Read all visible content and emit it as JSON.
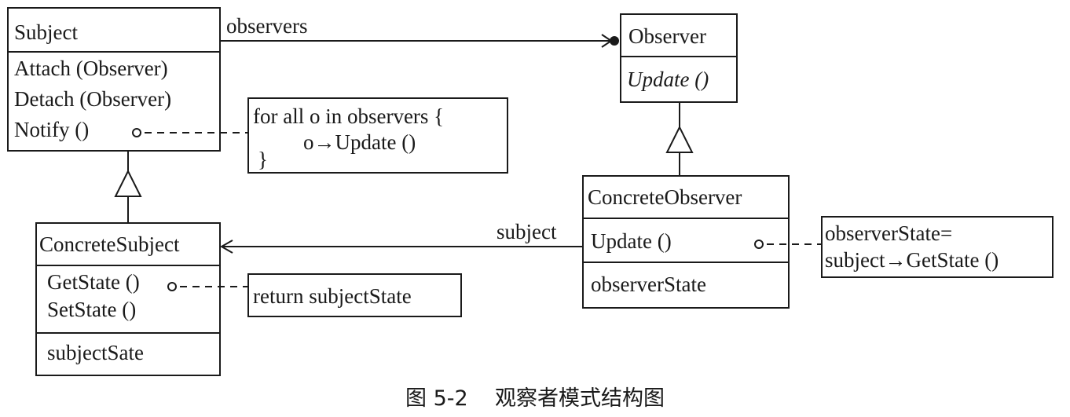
{
  "caption": "图 5-2    观察者模式结构图",
  "subject": {
    "name": "Subject",
    "operations": [
      "Attach (Observer)",
      "Detach (Observer)",
      "Notify ()"
    ]
  },
  "observer": {
    "name": "Observer",
    "operations": [
      "Update ()"
    ]
  },
  "concrete_subject": {
    "name": "ConcreteSubject",
    "operations": [
      "GetState ()",
      "SetState ()"
    ],
    "attributes": [
      "subjectSate"
    ]
  },
  "concrete_observer": {
    "name": "ConcreteObserver",
    "operations": [
      "Update ()"
    ],
    "attributes": [
      "observerState"
    ]
  },
  "notes": {
    "notify_line1": "for all o in observers  {",
    "notify_line2": "o→Update ()",
    "notify_line3": "}",
    "getstate": "return subjectState",
    "update_line1": "observerState=",
    "update_line2": "subject→GetState ()"
  },
  "associations": {
    "observers": "observers",
    "subject": "subject"
  }
}
